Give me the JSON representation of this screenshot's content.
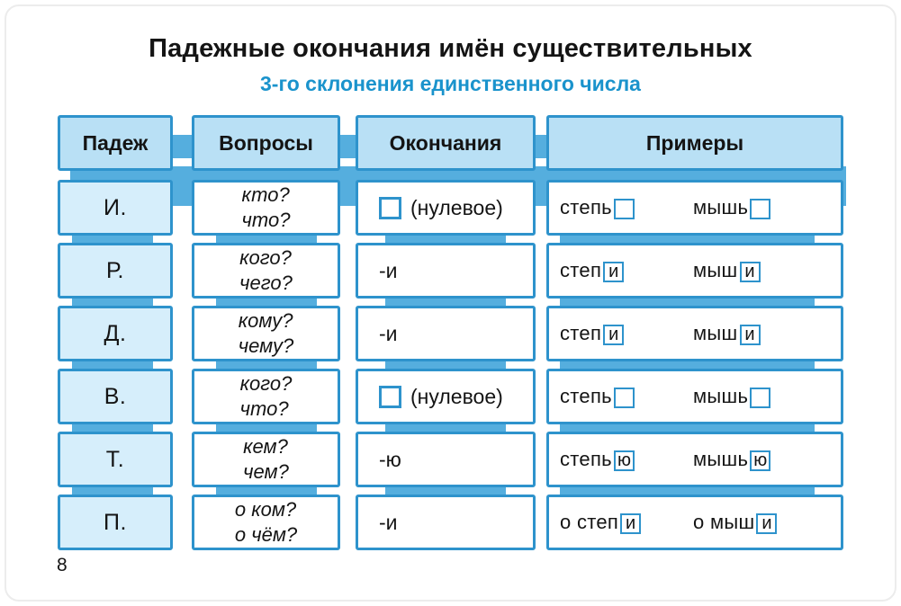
{
  "title": "Падежные окончания имён существительных",
  "subtitle": "3-го склонения единственного числа",
  "page_number": "8",
  "colors": {
    "accent_border": "#2e93cc",
    "header_fill": "#b9e0f5",
    "case_fill": "#d6eefb",
    "connector_band": "#55aede",
    "subtitle_text": "#1a93cc"
  },
  "table": {
    "headers": [
      "Падеж",
      "Вопросы",
      "Окончания",
      "Примеры"
    ],
    "rows": [
      {
        "case": "И.",
        "questions": [
          "кто?",
          "что?"
        ],
        "ending": {
          "has_zero_box": true,
          "label": "(нулевое)"
        },
        "examples": [
          {
            "stem": "степь",
            "box": ""
          },
          {
            "stem": "мышь",
            "box": ""
          }
        ]
      },
      {
        "case": "Р.",
        "questions": [
          "кого?",
          "чего?"
        ],
        "ending": {
          "has_zero_box": false,
          "label": "-и"
        },
        "examples": [
          {
            "stem": "степ",
            "box": "и"
          },
          {
            "stem": "мыш",
            "box": "и"
          }
        ]
      },
      {
        "case": "Д.",
        "questions": [
          "кому?",
          "чему?"
        ],
        "ending": {
          "has_zero_box": false,
          "label": "-и"
        },
        "examples": [
          {
            "stem": "степ",
            "box": "и"
          },
          {
            "stem": "мыш",
            "box": "и"
          }
        ]
      },
      {
        "case": "В.",
        "questions": [
          "кого?",
          "что?"
        ],
        "ending": {
          "has_zero_box": true,
          "label": "(нулевое)"
        },
        "examples": [
          {
            "stem": "степь",
            "box": ""
          },
          {
            "stem": "мышь",
            "box": ""
          }
        ]
      },
      {
        "case": "Т.",
        "questions": [
          "кем?",
          "чем?"
        ],
        "ending": {
          "has_zero_box": false,
          "label": "-ю"
        },
        "examples": [
          {
            "stem": "степь",
            "box": "ю"
          },
          {
            "stem": "мышь",
            "box": "ю"
          }
        ]
      },
      {
        "case": "П.",
        "questions": [
          "о ком?",
          "о чём?"
        ],
        "ending": {
          "has_zero_box": false,
          "label": "-и"
        },
        "examples": [
          {
            "stem": "о степ",
            "box": "и"
          },
          {
            "stem": "о мыш",
            "box": "и"
          }
        ]
      }
    ]
  }
}
